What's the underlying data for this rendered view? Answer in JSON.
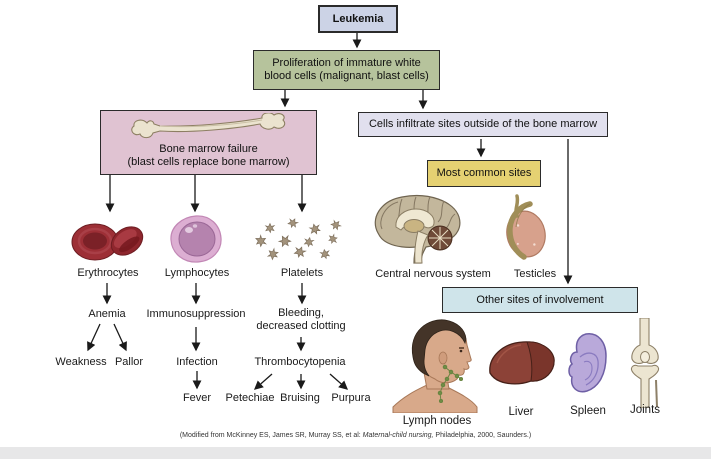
{
  "flowchart": {
    "title_box": "Leukemia",
    "proliferation": {
      "line1": "Proliferation of immature white",
      "line2": "blood cells (malignant, blast cells)"
    },
    "bone_marrow": {
      "line1": "Bone marrow failure",
      "line2": "(blast cells replace bone marrow)"
    },
    "infiltrate": "Cells infiltrate sites outside of the bone marrow",
    "most_common_sites": "Most common sites",
    "other_sites": "Other sites of involvement",
    "cell_lines": {
      "erythrocytes": "Erythrocytes",
      "lymphocytes": "Lymphocytes",
      "platelets": "Platelets"
    },
    "consequences": {
      "anemia": "Anemia",
      "weakness": "Weakness",
      "pallor": "Pallor",
      "immunosuppression": "Immunosuppression",
      "infection": "Infection",
      "fever": "Fever",
      "bleeding": {
        "line1": "Bleeding,",
        "line2": "decreased clotting"
      },
      "thrombocytopenia": "Thrombocytopenia",
      "petechiae": "Petechiae",
      "bruising": "Bruising",
      "purpura": "Purpura"
    },
    "common_sites": {
      "cns": "Central nervous system",
      "testicles": "Testicles"
    },
    "other_site_labels": {
      "lymph_nodes": "Lymph nodes",
      "liver": "Liver",
      "spleen": "Spleen",
      "joints": "Joints"
    }
  },
  "citation": {
    "prefix": "(Modified from McKinney ES, James SR, Murray SS, et al: ",
    "italic": "Maternal-child nursing,",
    "suffix": " Philadelphia, 2000, Saunders.)"
  },
  "colors": {
    "leukemia_box": "#ccd3e6",
    "proliferation_box": "#b6c39c",
    "bone_marrow_box": "#e0c3d2",
    "infiltrate_box": "#e1e0ee",
    "most_common_box": "#e5d172",
    "other_sites_box": "#cfe4ea",
    "footer_bar": "#e7e7e8",
    "arrow": "#1a1a1a"
  }
}
